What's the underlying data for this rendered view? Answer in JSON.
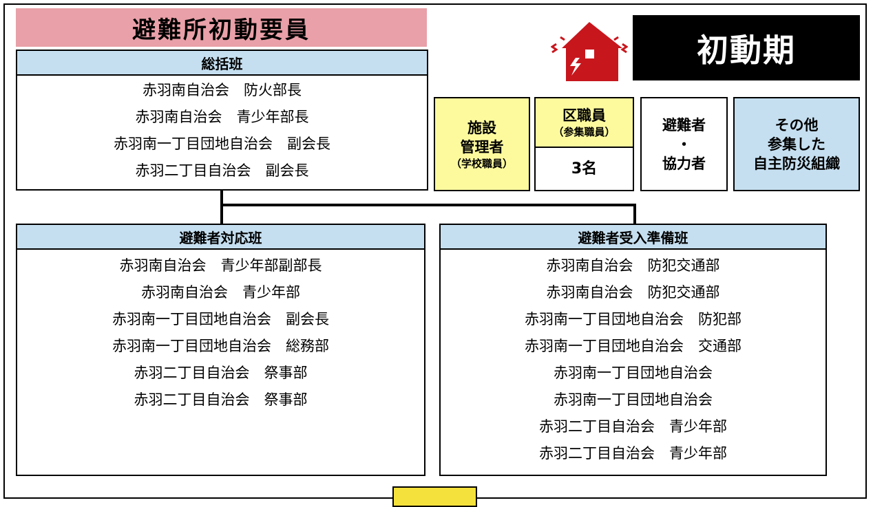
{
  "title": "避難所初動要員",
  "phase": "初動期",
  "general_team": {
    "name": "総括班",
    "members": [
      "赤羽南自治会　防火部長",
      "赤羽南自治会　青少年部長",
      "赤羽南一丁目団地自治会　副会長",
      "赤羽二丁目自治会　副会長"
    ]
  },
  "roles": {
    "facility": {
      "line1": "施設",
      "line2": "管理者",
      "sub": "（学校職員）",
      "color": "#fdfa9e"
    },
    "ward_staff": {
      "name": "区職員",
      "sub": "（参集職員）",
      "count": "3名",
      "color": "#fdfa9e"
    },
    "evacuees": {
      "line1": "避難者",
      "line2": "・",
      "line3": "協力者"
    },
    "other": {
      "line1": "その他",
      "line2": "参集した",
      "line3": "自主防災組織",
      "color": "#c5dff0"
    }
  },
  "evacuee_team": {
    "name": "避難者対応班",
    "members": [
      "赤羽南自治会　青少年部副部長",
      "赤羽南自治会　青少年部",
      "赤羽南一丁目団地自治会　副会長",
      "赤羽南一丁目団地自治会　総務部",
      "赤羽二丁目自治会　祭事部",
      "赤羽二丁目自治会　祭事部"
    ]
  },
  "reception_team": {
    "name": "避難者受入準備班",
    "members": [
      "赤羽南自治会　防犯交通部",
      "赤羽南自治会　防犯交通部",
      "赤羽南一丁目団地自治会　防犯部",
      "赤羽南一丁目団地自治会　交通部",
      "赤羽南一丁目団地自治会",
      "赤羽南一丁目団地自治会",
      "赤羽二丁目自治会　青少年部",
      "赤羽二丁目自治会　青少年部"
    ]
  },
  "colors": {
    "title_bg": "#e9a0a8",
    "header_bg": "#c5dff0",
    "yellow": "#fdfa9e",
    "house_red": "#c8161d"
  },
  "icon": "earthquake-house-icon"
}
